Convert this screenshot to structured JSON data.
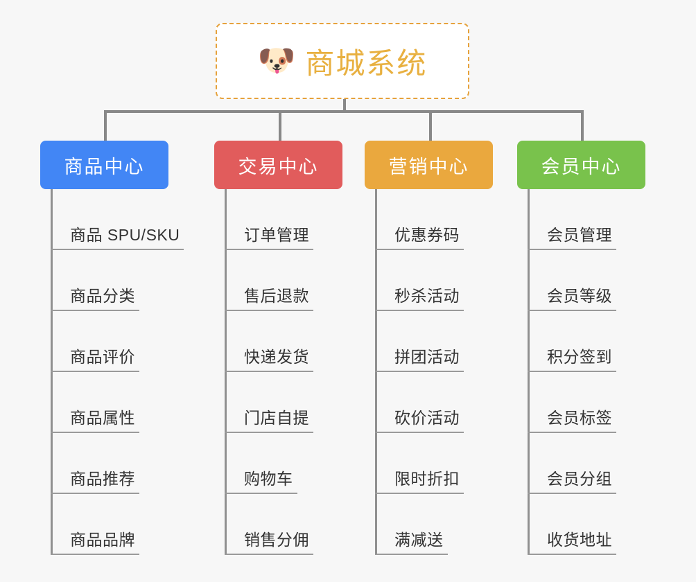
{
  "root": {
    "icon": "dog-face-icon",
    "emoji": "🐶",
    "title": "商城系统",
    "title_color": "#e8b040",
    "border_color": "#e6a23c"
  },
  "colors": {
    "background": "#f7f7f7",
    "connector": "#888888",
    "leaf_rail": "#909090",
    "leaf_underline": "#9a9a9a",
    "leaf_text": "#333333"
  },
  "columns": [
    {
      "id": "product-center",
      "label": "商品中心",
      "color": "#4286f5",
      "items": [
        {
          "label": "商品 SPU/SKU"
        },
        {
          "label": "商品分类"
        },
        {
          "label": "商品评价"
        },
        {
          "label": "商品属性"
        },
        {
          "label": "商品推荐"
        },
        {
          "label": "商品品牌"
        }
      ]
    },
    {
      "id": "trade-center",
      "label": "交易中心",
      "color": "#e15c5c",
      "items": [
        {
          "label": "订单管理"
        },
        {
          "label": "售后退款"
        },
        {
          "label": "快递发货"
        },
        {
          "label": "门店自提"
        },
        {
          "label": "购物车"
        },
        {
          "label": "销售分佣"
        }
      ]
    },
    {
      "id": "marketing-center",
      "label": "营销中心",
      "color": "#eaa83e",
      "items": [
        {
          "label": "优惠券码"
        },
        {
          "label": "秒杀活动"
        },
        {
          "label": "拼团活动"
        },
        {
          "label": "砍价活动"
        },
        {
          "label": "限时折扣"
        },
        {
          "label": "满减送"
        }
      ]
    },
    {
      "id": "member-center",
      "label": "会员中心",
      "color": "#79c24c",
      "items": [
        {
          "label": "会员管理"
        },
        {
          "label": "会员等级"
        },
        {
          "label": "积分签到"
        },
        {
          "label": "会员标签"
        },
        {
          "label": "会员分组"
        },
        {
          "label": "收货地址"
        }
      ]
    }
  ]
}
